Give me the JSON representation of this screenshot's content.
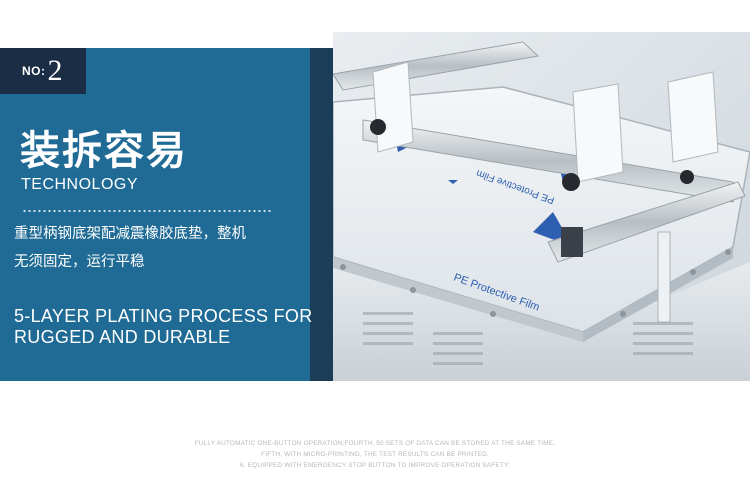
{
  "badge": {
    "label": "NO:",
    "number": "2"
  },
  "heading": {
    "chinese": "装拆容易",
    "english": "TECHNOLOGY"
  },
  "description": [
    "重型柄钢底架配减震橡胶底垫，整机",
    "无须固定，运行平稳"
  ],
  "feature": [
    "5-LAYER PLATING PROCESS FOR",
    "RUGGED AND DURABLE"
  ],
  "photo": {
    "film_text_1": "PE Protective Film",
    "film_text_2": "PE Protective Film"
  },
  "footer": [
    "FULLY AUTOMATIC ONE-BUTTON OPERATION;FOURTH, 50 SETS OF DATA CAN BE STORED AT THE SAME TIME.",
    "FIFTH, WITH MICRO-PRINTING, THE TEST RESULTS CAN BE PRINTED.",
    "6. EQUIPPED WITH EMERGENCY STOP BUTTON TO IMPROVE OPERATION SAFETY;"
  ],
  "colors": {
    "panel_blue": "#1f6b95",
    "dark_band": "#1b3d57",
    "badge": "#1a2d44"
  }
}
